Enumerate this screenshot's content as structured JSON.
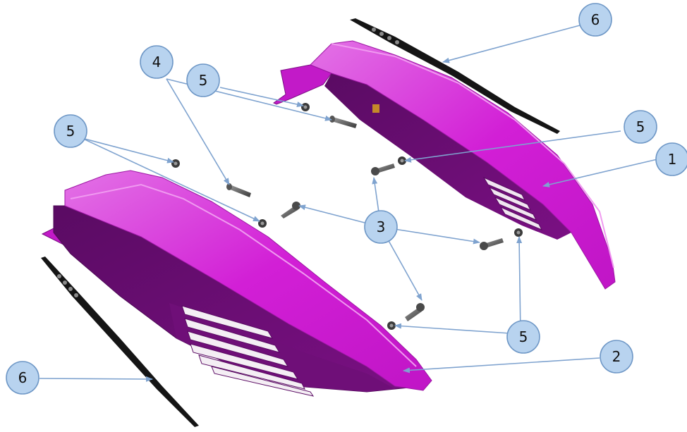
{
  "callouts": {
    "c1": "1",
    "c2": "2",
    "c3": "3",
    "c4": "4",
    "c5a": "5",
    "c5b": "5",
    "c5c": "5",
    "c5d": "5",
    "c6a": "6",
    "c6b": "6"
  },
  "colors": {
    "panel": "#d21fd6",
    "panel_light": "#e66ae6",
    "panel_shadow": "#8a1092",
    "panel_dark": "#4d0a55",
    "trim": "#151515",
    "hardware": "#6d6d6d",
    "callout_fill": "#b8d3ef",
    "leader": "#7fa3cf"
  }
}
